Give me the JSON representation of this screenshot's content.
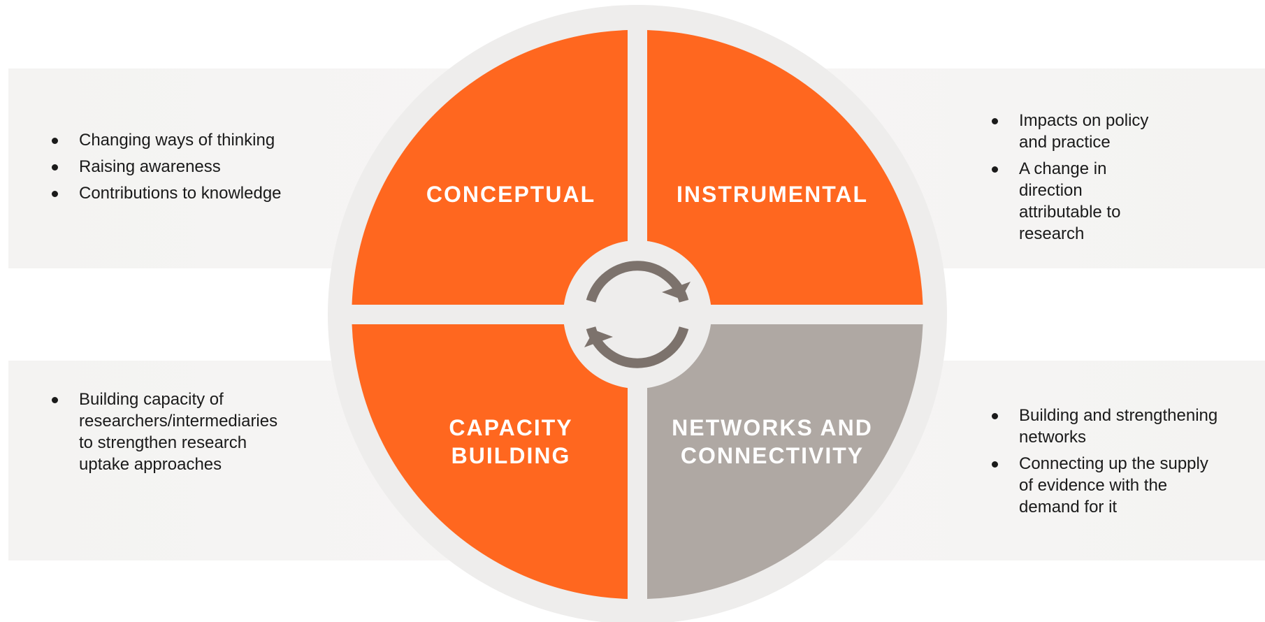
{
  "colors": {
    "orange": "#ff671f",
    "grey_quadrant": "#afa8a3",
    "ring": "#eeedec",
    "band": "#f5f4f3",
    "cycle_icon": "#7c726c",
    "text": "#1a1a1a"
  },
  "quadrants": {
    "conceptual": {
      "label_lines": [
        "CONCEPTUAL"
      ]
    },
    "instrumental": {
      "label_lines": [
        "INSTRUMENTAL"
      ]
    },
    "capacity_building": {
      "label_lines": [
        "CAPACITY",
        "BUILDING"
      ]
    },
    "networks": {
      "label_lines": [
        "NETWORKS AND",
        "CONNECTIVITY"
      ]
    }
  },
  "center_icon": "cycle-arrows-icon",
  "lists": {
    "top_left": [
      "Changing ways of thinking",
      "Raising awareness",
      "Contributions to knowledge"
    ],
    "top_right": [
      "Impacts on policy and practice",
      "A change in direction attributable to research"
    ],
    "bottom_left": [
      "Building capacity of researchers/intermediaries to strengthen research uptake approaches"
    ],
    "bottom_right": [
      "Building and strengthening networks",
      "Connecting up the supply of evidence with the demand for it"
    ]
  }
}
